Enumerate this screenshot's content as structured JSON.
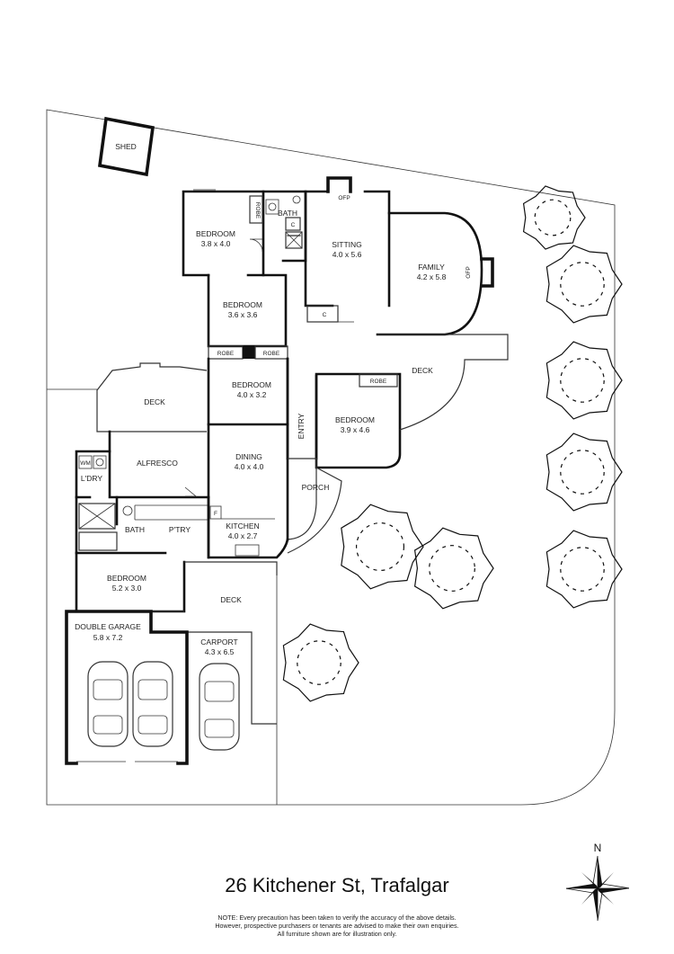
{
  "address": "26 Kitchener St, Trafalgar",
  "disclaimer": [
    "NOTE: Every precaution has been taken to verify the accuracy of the above details.",
    "However, prospective purchasers or tenants are advised to make their own enquiries.",
    "All furniture shown are for illustration only."
  ],
  "compass": {
    "north_label": "N"
  },
  "rooms": {
    "shed": {
      "name": "SHED"
    },
    "bedroom_nw": {
      "name": "BEDROOM",
      "size": "3.8 x 4.0"
    },
    "bedroom_2": {
      "name": "BEDROOM",
      "size": "3.6 x 3.6"
    },
    "bedroom_3": {
      "name": "BEDROOM",
      "size": "4.0 x 3.2"
    },
    "bedroom_4": {
      "name": "BEDROOM",
      "size": "3.9 x 4.6"
    },
    "bedroom_sw": {
      "name": "BEDROOM",
      "size": "5.2 x 3.0"
    },
    "sitting": {
      "name": "SITTING",
      "size": "4.0 x 5.6"
    },
    "family": {
      "name": "FAMILY",
      "size": "4.2 x 5.8"
    },
    "dining": {
      "name": "DINING",
      "size": "4.0 x 4.0"
    },
    "kitchen": {
      "name": "KITCHEN",
      "size": "4.0 x 2.7"
    },
    "garage": {
      "name": "DOUBLE GARAGE",
      "size": "5.8 x 7.2"
    },
    "carport": {
      "name": "CARPORT",
      "size": "4.3 x 6.5"
    },
    "alfresco": {
      "name": "ALFRESCO"
    },
    "bath_north": {
      "name": "BATH"
    },
    "bath_south": {
      "name": "BATH"
    },
    "pantry": {
      "name": "P'TRY"
    },
    "laundry": {
      "name": "L'DRY"
    },
    "entry": {
      "name": "ENTRY"
    },
    "porch": {
      "name": "PORCH"
    },
    "deck_west": {
      "name": "DECK"
    },
    "deck_east": {
      "name": "DECK"
    },
    "deck_south": {
      "name": "DECK"
    }
  },
  "fixtures": {
    "robe": "ROBE",
    "closet": "C",
    "ofp": "OFP",
    "wm": "WM",
    "fridge": "F"
  }
}
